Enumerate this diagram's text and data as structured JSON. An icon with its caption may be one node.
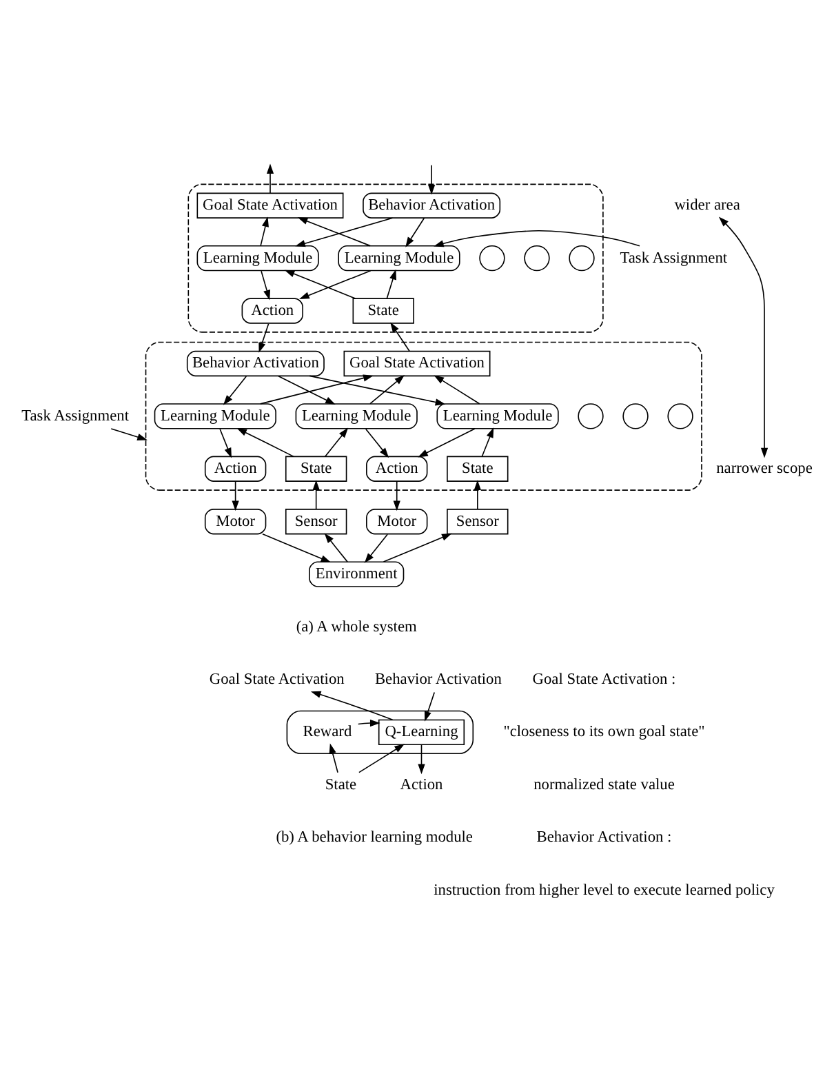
{
  "diagram": {
    "nodes": [
      {
        "text": [],
        "shape": "box"
      },
      {
        "text": [
          "Goal State Activation"
        ],
        "in": 0
      },
      {
        "text": [
          "Behavior Activation"
        ],
        "in": 0
      },
      {
        "text": [
          "Learning Module"
        ],
        "in": 0
      },
      {
        "text": [],
        "shape": "circle",
        "in": 0
      },
      {
        "text": [],
        "shape": "circle",
        "in": 0
      },
      {
        "text": [],
        "shape": "circle",
        "in": 0
      },
      {
        "text": [
          "Learning Module"
        ],
        "in": 0
      },
      {
        "text": [
          "Task Assignment"
        ]
      },
      {
        "text": [
          "State"
        ],
        "in": 0
      },
      {
        "text": [
          "Action"
        ],
        "in": 0
      },
      {
        "text": [],
        "shape": "box"
      },
      {
        "text": [
          "Goal State Activation"
        ],
        "in": 11
      },
      {
        "text": [
          "Behavior Activation"
        ],
        "in": 11
      },
      {
        "text": [
          "Learning Module"
        ],
        "in": 11
      },
      {
        "text": [
          "Learning Module"
        ],
        "in": 11
      },
      {
        "text": [],
        "shape": "circle",
        "in": 11
      },
      {
        "text": [],
        "shape": "circle",
        "in": 11
      },
      {
        "text": [],
        "shape": "circle",
        "in": 11
      },
      {
        "text": [
          "Learning Module"
        ],
        "in": 11
      },
      {
        "text": [
          "Task Assignment"
        ]
      },
      {
        "text": [
          "State"
        ],
        "in": 11
      },
      {
        "text": [
          "Action"
        ],
        "in": 11
      },
      {
        "text": [
          "State"
        ],
        "in": 11
      },
      {
        "text": [
          "Action"
        ],
        "in": 11
      },
      {
        "text": [
          "Sensor"
        ]
      },
      {
        "text": [
          "Motor"
        ]
      },
      {
        "text": [
          "Sensor"
        ]
      },
      {
        "text": [
          "Motor"
        ]
      },
      {
        "text": [
          "Environment"
        ]
      },
      {
        "text": [],
        "shape": "box"
      },
      {
        "text": [
          "Q-Learning"
        ],
        "in": 30
      },
      {
        "text": [
          "Reward"
        ],
        "in": 30
      },
      {
        "text": [
          "Goal State Activation"
        ]
      },
      {
        "text": [
          "Behavior Activation"
        ]
      },
      {
        "text": [
          "State"
        ]
      },
      {
        "text": [
          "Action"
        ]
      },
      {
        "text": [
          "wider area"
        ]
      },
      {
        "text": [
          "narrower scope"
        ]
      }
    ],
    "edges": [
      {
        "from": 1,
        "to": null,
        "arrow": "to"
      },
      {
        "from": null,
        "to": 2,
        "arrow": "to"
      },
      {
        "from": 3,
        "to": 1,
        "arrow": "to"
      },
      {
        "from": 7,
        "to": 1,
        "arrow": "to"
      },
      {
        "from": 2,
        "to": 3,
        "arrow": "to"
      },
      {
        "from": 2,
        "to": 7,
        "arrow": "to"
      },
      {
        "from": 9,
        "to": 3,
        "arrow": "to"
      },
      {
        "from": 9,
        "to": 7,
        "arrow": "to"
      },
      {
        "from": 3,
        "to": 10,
        "arrow": "to"
      },
      {
        "from": 7,
        "to": 10,
        "arrow": "to"
      },
      {
        "from": 8,
        "to": 7,
        "arrow": "to"
      },
      {
        "from": 12,
        "to": 9,
        "arrow": "to"
      },
      {
        "from": 10,
        "to": 13,
        "arrow": "to"
      },
      {
        "from": 14,
        "to": 12,
        "arrow": "to"
      },
      {
        "from": 15,
        "to": 12,
        "arrow": "to"
      },
      {
        "from": 19,
        "to": 12,
        "arrow": "to"
      },
      {
        "from": 13,
        "to": 14,
        "arrow": "to"
      },
      {
        "from": 13,
        "to": 15,
        "arrow": "to"
      },
      {
        "from": 13,
        "to": 19,
        "arrow": "to"
      },
      {
        "from": 21,
        "to": 14,
        "arrow": "to"
      },
      {
        "from": 14,
        "to": 22,
        "arrow": "to"
      },
      {
        "from": 15,
        "to": 22,
        "arrow": "to"
      },
      {
        "from": 23,
        "to": 15,
        "arrow": "to"
      },
      {
        "from": 23,
        "to": 19,
        "arrow": "to"
      },
      {
        "from": 19,
        "to": 24,
        "arrow": "to"
      },
      {
        "from": 20,
        "to": 11,
        "arrow": "to"
      },
      {
        "from": 25,
        "to": 21,
        "arrow": "to"
      },
      {
        "from": 22,
        "to": 26,
        "arrow": "to"
      },
      {
        "from": 27,
        "to": 23,
        "arrow": "to"
      },
      {
        "from": 24,
        "to": 28,
        "arrow": "to"
      },
      {
        "from": 29,
        "to": 25,
        "arrow": "to"
      },
      {
        "from": 26,
        "to": 29,
        "arrow": "to"
      },
      {
        "from": 29,
        "to": 27,
        "arrow": "to"
      },
      {
        "from": 28,
        "to": 29,
        "arrow": "to"
      },
      {
        "from": 31,
        "to": 33,
        "arrow": "to"
      },
      {
        "from": 34,
        "to": 31,
        "arrow": "to"
      },
      {
        "from": 32,
        "to": 31,
        "arrow": "to"
      },
      {
        "from": 35,
        "to": 31,
        "arrow": "to"
      },
      {
        "from": 35,
        "to": 32,
        "arrow": "to"
      },
      {
        "from": 31,
        "to": 36,
        "arrow": "to"
      },
      {
        "from": 37,
        "to": 38,
        "arrow": "both"
      }
    ],
    "labels": [
      "(a) A whole system",
      "Goal State Activation :",
      "\"closeness to its own goal state\"",
      "normalized state value",
      "Behavior Activation :",
      "instruction from higher level to execute learned policy",
      "(b) A behavior learning module"
    ]
  }
}
